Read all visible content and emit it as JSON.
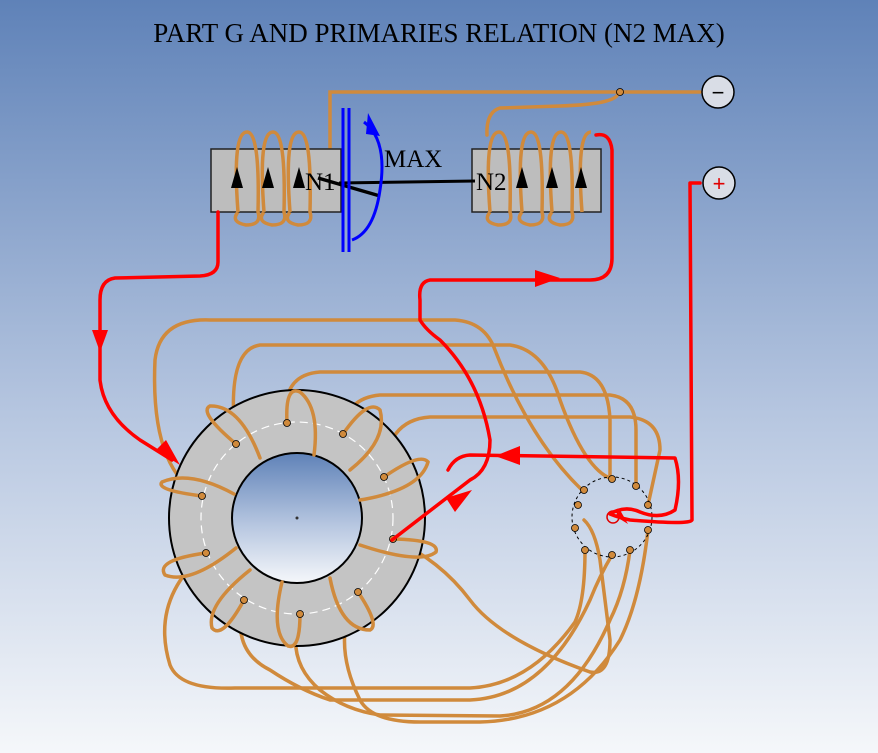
{
  "title": "PART G AND PRIMARIES RELATION (N2 MAX)",
  "labels": {
    "n1": "N1",
    "n2": "N2",
    "max": "MAX"
  },
  "terminals": {
    "negative": "−",
    "positive": "+"
  },
  "colors": {
    "background_top": "#5f82b8",
    "background_bottom": "#f4f6fa",
    "wire": "#d08a3c",
    "current": "#ff0000",
    "rotation": "#0000ff",
    "core": "#c4c4c4",
    "coil_block": "#bdbdbd"
  },
  "icons": [
    "rotation-arrow-icon",
    "current-arrow-icon",
    "winding-arrow-icon"
  ]
}
